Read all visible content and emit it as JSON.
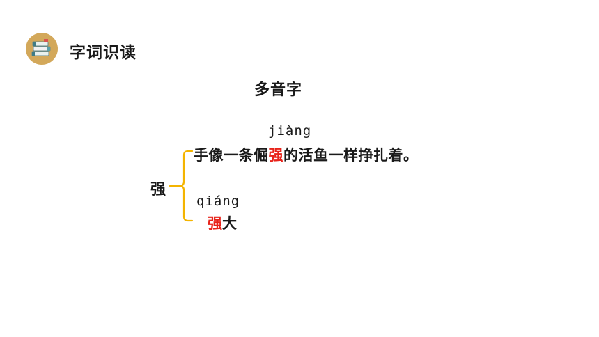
{
  "header": {
    "title": "字词识读"
  },
  "topic": {
    "title": "多音字"
  },
  "main_char": "强",
  "readings": [
    {
      "pinyin": "jiàng",
      "text_before": "手像一条倔",
      "highlight": "强",
      "text_after": "的活鱼一样挣扎着。"
    },
    {
      "pinyin": "qiáng",
      "text_before": "",
      "highlight": "强",
      "text_after": "大"
    }
  ],
  "colors": {
    "highlight": "#e8231a",
    "bracket": "#f4b400",
    "icon_circle": "#d3a85a"
  },
  "icons": {
    "header": "books-icon"
  }
}
